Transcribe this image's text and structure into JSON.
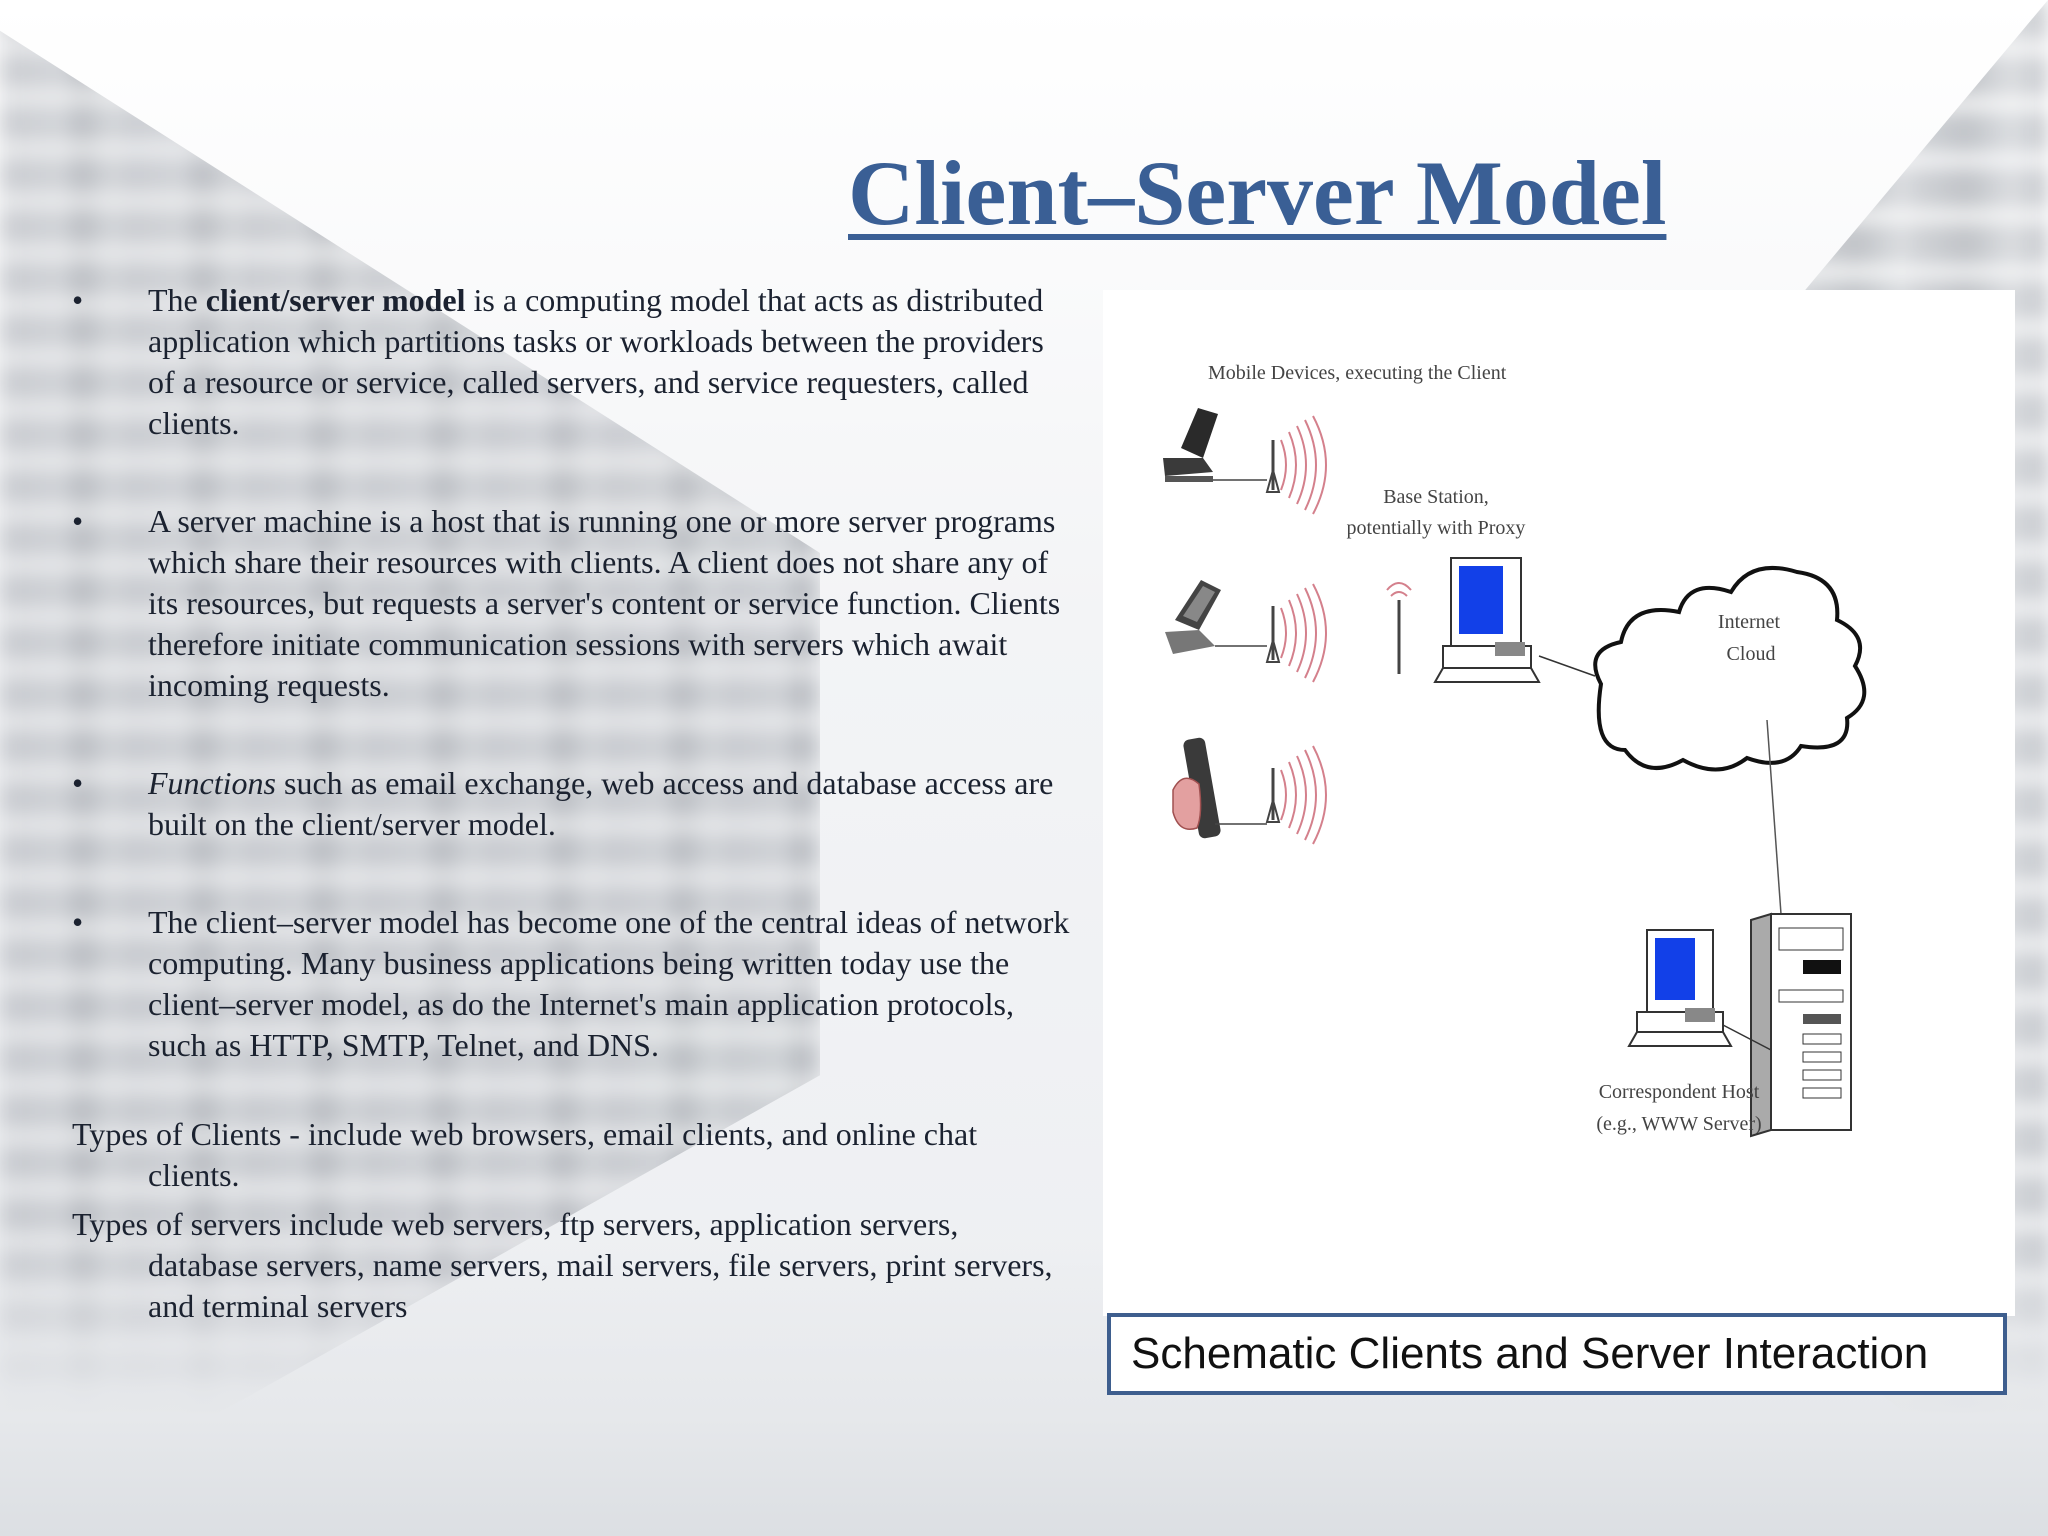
{
  "title": "Client–Server Model",
  "bullets": [
    {
      "marker": "•",
      "parts": [
        "The ",
        "client/server model",
        " is a computing model that acts as distributed application which partitions tasks or workloads between the providers of a resource or service, called servers, and service requesters, called clients."
      ]
    },
    {
      "marker": "•",
      "text": "A server machine is a host that is running one or more server programs which share their resources with clients. A client does not share any of its resources, but requests a server's content or service function. Clients therefore initiate communication sessions with servers which await incoming requests."
    },
    {
      "marker": "•",
      "parts": [
        "Functions",
        " such as email exchange, web access and database access are built on the client/server model."
      ]
    },
    {
      "marker": "•",
      "text": "The client–server model has become one of the central ideas of network computing. Many business applications being written today use the client–server model, as do the Internet's main application protocols, such as HTTP, SMTP, Telnet, and DNS."
    }
  ],
  "types_clients": "Types of Clients - include web browsers, email clients, and online chat clients.",
  "types_servers": "Types of servers include web servers, ftp servers, application servers, database servers, name servers, mail servers, file servers, print servers, and terminal servers",
  "diagram": {
    "mobile_label": "Mobile Devices, executing the Client",
    "base_station_label_1": "Base Station,",
    "base_station_label_2": "potentially with Proxy",
    "cloud_label_1": "Internet",
    "cloud_label_2": "Cloud",
    "host_label_1": "Correspondent Host",
    "host_label_2": "(e.g., WWW Server)",
    "screen_color": "#1240e8"
  },
  "caption": "Schematic Clients and Server Interaction",
  "colors": {
    "title": "#3a5f95",
    "caption_border": "#3e5e8e"
  }
}
